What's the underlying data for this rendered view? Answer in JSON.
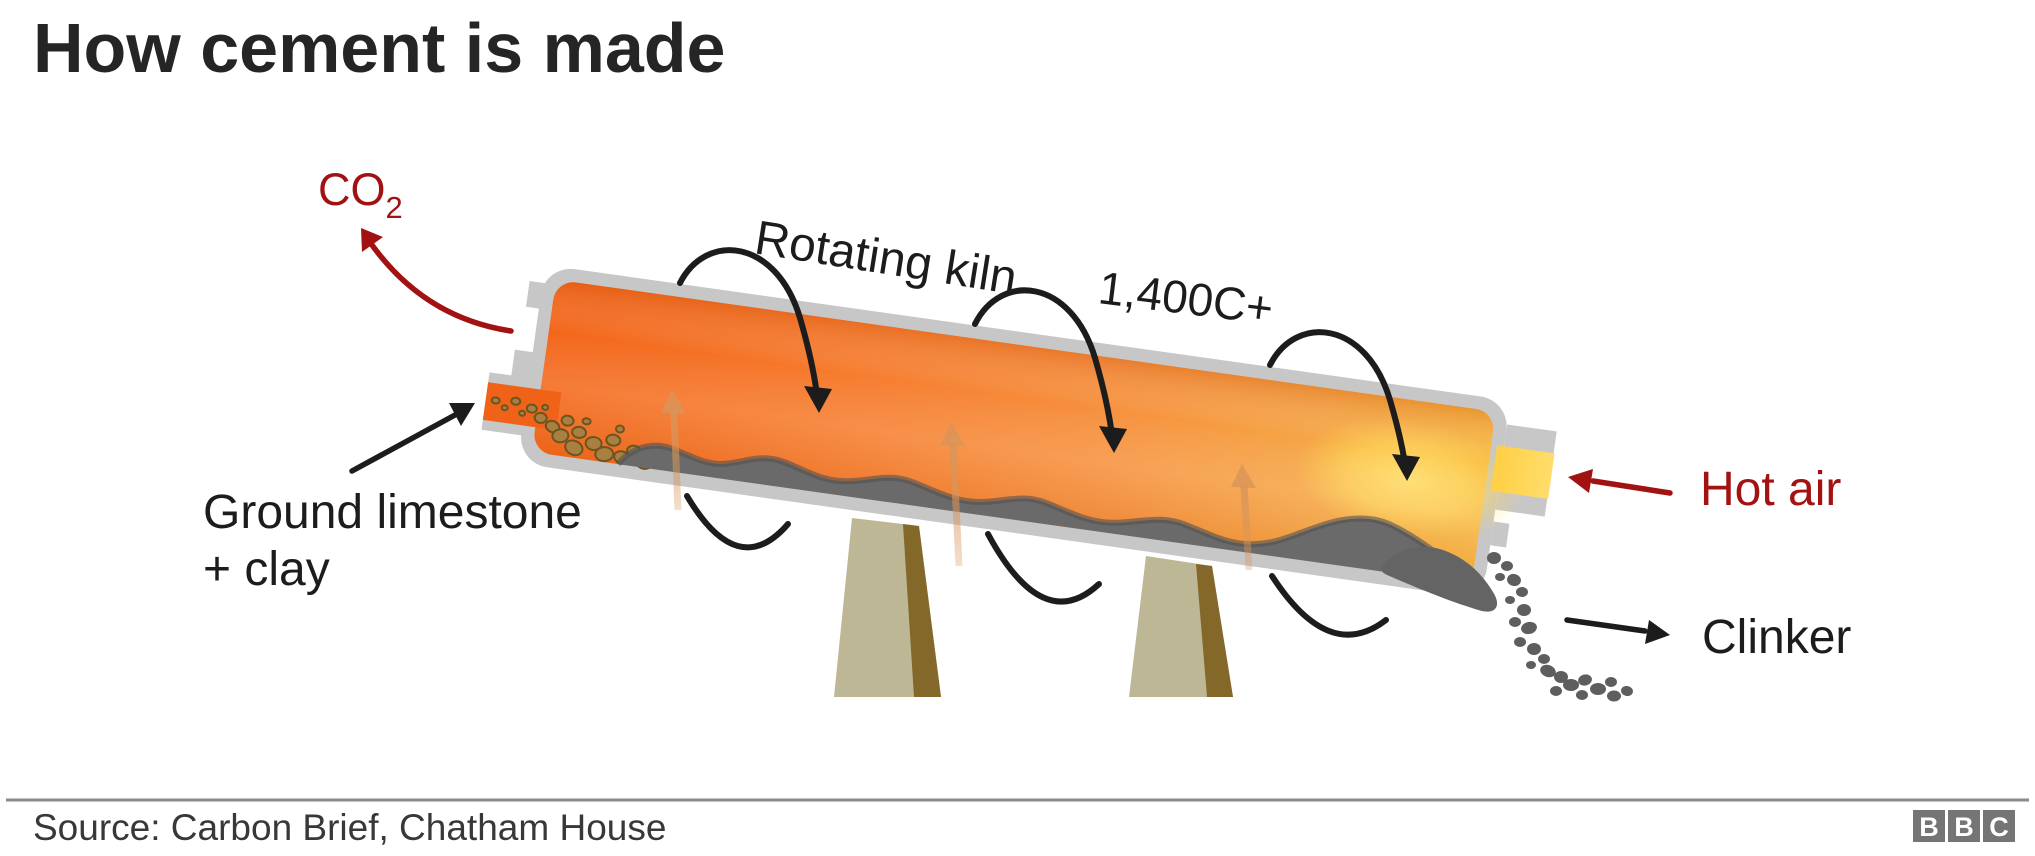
{
  "title": "How cement is made",
  "diagram": {
    "co2": {
      "main": "CO",
      "sub": "2"
    },
    "rotating_kiln": "Rotating kiln",
    "temperature": "1,400C+",
    "feed_line1": "Ground limestone",
    "feed_line2": "+ clay",
    "hot_air": "Hot air",
    "clinker": "Clinker"
  },
  "footer": {
    "source": "Source: Carbon Brief, Chatham House",
    "logo": [
      "B",
      "B",
      "C"
    ]
  },
  "colors": {
    "label_red": "#a21212",
    "label_black": "#1c1c1c",
    "kiln_orange": "#f3661b",
    "kiln_hot_yellow": "#ffd54f",
    "shell_gray": "#c7c7c7",
    "material_gray": "#6a6a6a",
    "limestone_brown": "#a8803f",
    "leg_khaki": "#bdb795",
    "leg_stripe": "#84682a",
    "bbc_gray": "#757575"
  }
}
